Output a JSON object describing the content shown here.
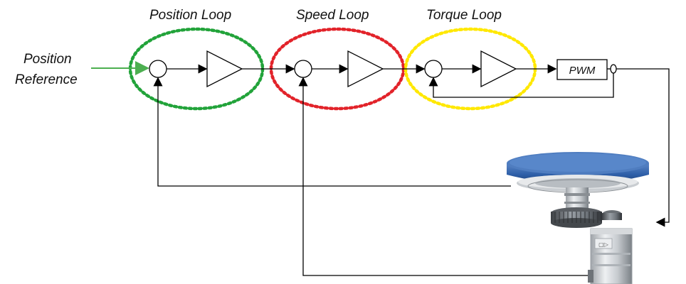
{
  "diagram": {
    "loops": {
      "position": {
        "title": "Position Loop",
        "color": "#22a33a"
      },
      "speed": {
        "title": "Speed Loop",
        "color": "#e2232a"
      },
      "torque": {
        "title": "Torque Loop",
        "color": "#ffe800"
      }
    },
    "input": {
      "line1": "Position",
      "line2": "Reference",
      "arrow_color": "#4caf50"
    },
    "pwm": {
      "label": "PWM"
    },
    "motor": {
      "platter_color": "#2e5fa8"
    }
  }
}
